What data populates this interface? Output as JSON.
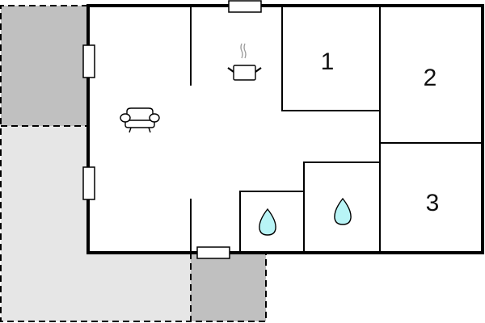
{
  "diagram": {
    "type": "floor-plan",
    "colors": {
      "wall": "#000000",
      "terrace_dark": "#c0c0c0",
      "terrace_light": "#e6e6e6",
      "water": "#b8f4f6",
      "steam": "#9a9a9a",
      "background": "#ffffff"
    },
    "rooms": [
      {
        "id": "living",
        "label": "",
        "icon": "armchair-icon"
      },
      {
        "id": "kitchen",
        "label": "",
        "icon": "cooking-pot-icon"
      },
      {
        "id": "bedroom-1",
        "label": "1"
      },
      {
        "id": "bedroom-2",
        "label": "2"
      },
      {
        "id": "bedroom-3",
        "label": "3"
      },
      {
        "id": "bathroom-1",
        "label": "",
        "icon": "water-drop-icon"
      },
      {
        "id": "bathroom-2",
        "label": "",
        "icon": "water-drop-icon"
      }
    ],
    "outdoor_areas": [
      {
        "id": "terrace-covered-top-left",
        "shade": "dark"
      },
      {
        "id": "terrace-open",
        "shade": "light"
      },
      {
        "id": "terrace-covered-bottom",
        "shade": "dark"
      }
    ],
    "windows_count": 4
  }
}
